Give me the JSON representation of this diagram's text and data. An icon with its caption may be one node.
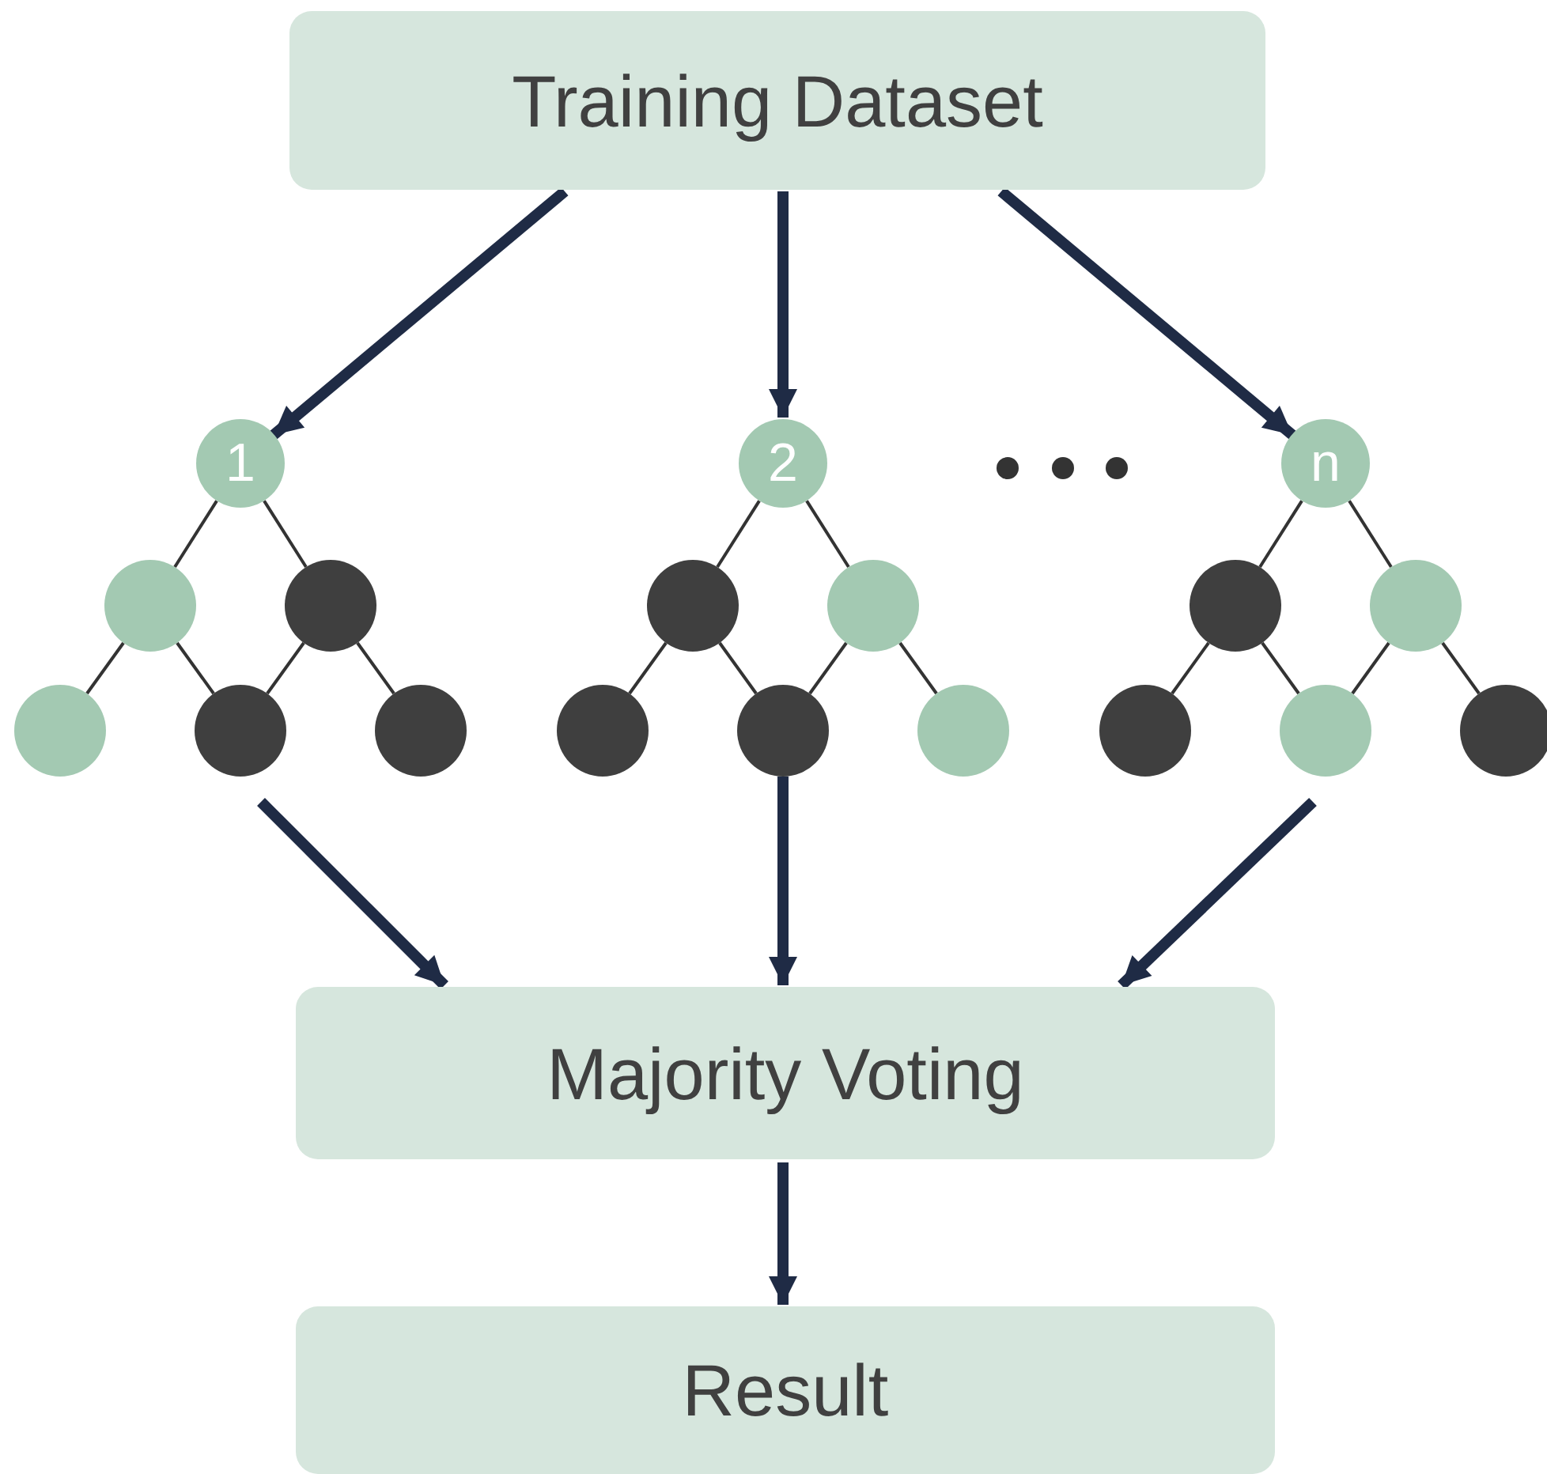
{
  "diagram": {
    "nodes": [
      {
        "text": [
          "Training Dataset"
        ]
      },
      {
        "text": [
          "1"
        ]
      },
      {
        "text": [],
        "shape": "circle"
      },
      {
        "text": [],
        "shape": "circle"
      },
      {
        "text": [],
        "shape": "circle"
      },
      {
        "text": [],
        "shape": "circle"
      },
      {
        "text": [],
        "shape": "circle"
      },
      {
        "text": [
          "2"
        ]
      },
      {
        "text": [],
        "shape": "circle"
      },
      {
        "text": [],
        "shape": "circle"
      },
      {
        "text": [],
        "shape": "circle"
      },
      {
        "text": [],
        "shape": "circle"
      },
      {
        "text": [],
        "shape": "circle"
      },
      {
        "text": [
          "n"
        ]
      },
      {
        "text": [],
        "shape": "circle"
      },
      {
        "text": [],
        "shape": "circle"
      },
      {
        "text": [],
        "shape": "circle"
      },
      {
        "text": [],
        "shape": "circle"
      },
      {
        "text": [],
        "shape": "circle"
      },
      {
        "text": [
          "Majority Voting"
        ]
      },
      {
        "text": [
          "Result"
        ]
      }
    ],
    "edges": [
      {
        "from": 0,
        "to": 1,
        "arrow": "to",
        "style": "thick",
        "color": "#1f2b45"
      },
      {
        "from": 0,
        "to": 7,
        "arrow": "to",
        "style": "thick",
        "color": "#1f2b45"
      },
      {
        "from": 0,
        "to": 13,
        "arrow": "to",
        "style": "thick",
        "color": "#1f2b45"
      },
      {
        "from": 1,
        "to": 2,
        "arrow": "none"
      },
      {
        "from": 1,
        "to": 3,
        "arrow": "none"
      },
      {
        "from": 2,
        "to": 4,
        "arrow": "none"
      },
      {
        "from": 2,
        "to": 5,
        "arrow": "none"
      },
      {
        "from": 3,
        "to": 5,
        "arrow": "none"
      },
      {
        "from": 3,
        "to": 6,
        "arrow": "none"
      },
      {
        "from": 7,
        "to": 8,
        "arrow": "none"
      },
      {
        "from": 7,
        "to": 9,
        "arrow": "none"
      },
      {
        "from": 8,
        "to": 10,
        "arrow": "none"
      },
      {
        "from": 8,
        "to": 11,
        "arrow": "none"
      },
      {
        "from": 9,
        "to": 11,
        "arrow": "none"
      },
      {
        "from": 9,
        "to": 12,
        "arrow": "none"
      },
      {
        "from": 13,
        "to": 14,
        "arrow": "none"
      },
      {
        "from": 13,
        "to": 15,
        "arrow": "none"
      },
      {
        "from": 14,
        "to": 16,
        "arrow": "none"
      },
      {
        "from": 14,
        "to": 17,
        "arrow": "none"
      },
      {
        "from": 15,
        "to": 17,
        "arrow": "none"
      },
      {
        "from": 15,
        "to": 18,
        "arrow": "none"
      },
      {
        "from": null,
        "to": 19,
        "arrow": "to",
        "style": "thick",
        "color": "#1f2b45"
      },
      {
        "from": 11,
        "to": 19,
        "arrow": "to",
        "style": "thick",
        "color": "#1f2b45"
      },
      {
        "from": null,
        "to": 19,
        "arrow": "to",
        "style": "thick",
        "color": "#1f2b45"
      },
      {
        "from": 19,
        "to": 20,
        "arrow": "to",
        "style": "thick",
        "color": "#1f2b45"
      }
    ]
  }
}
